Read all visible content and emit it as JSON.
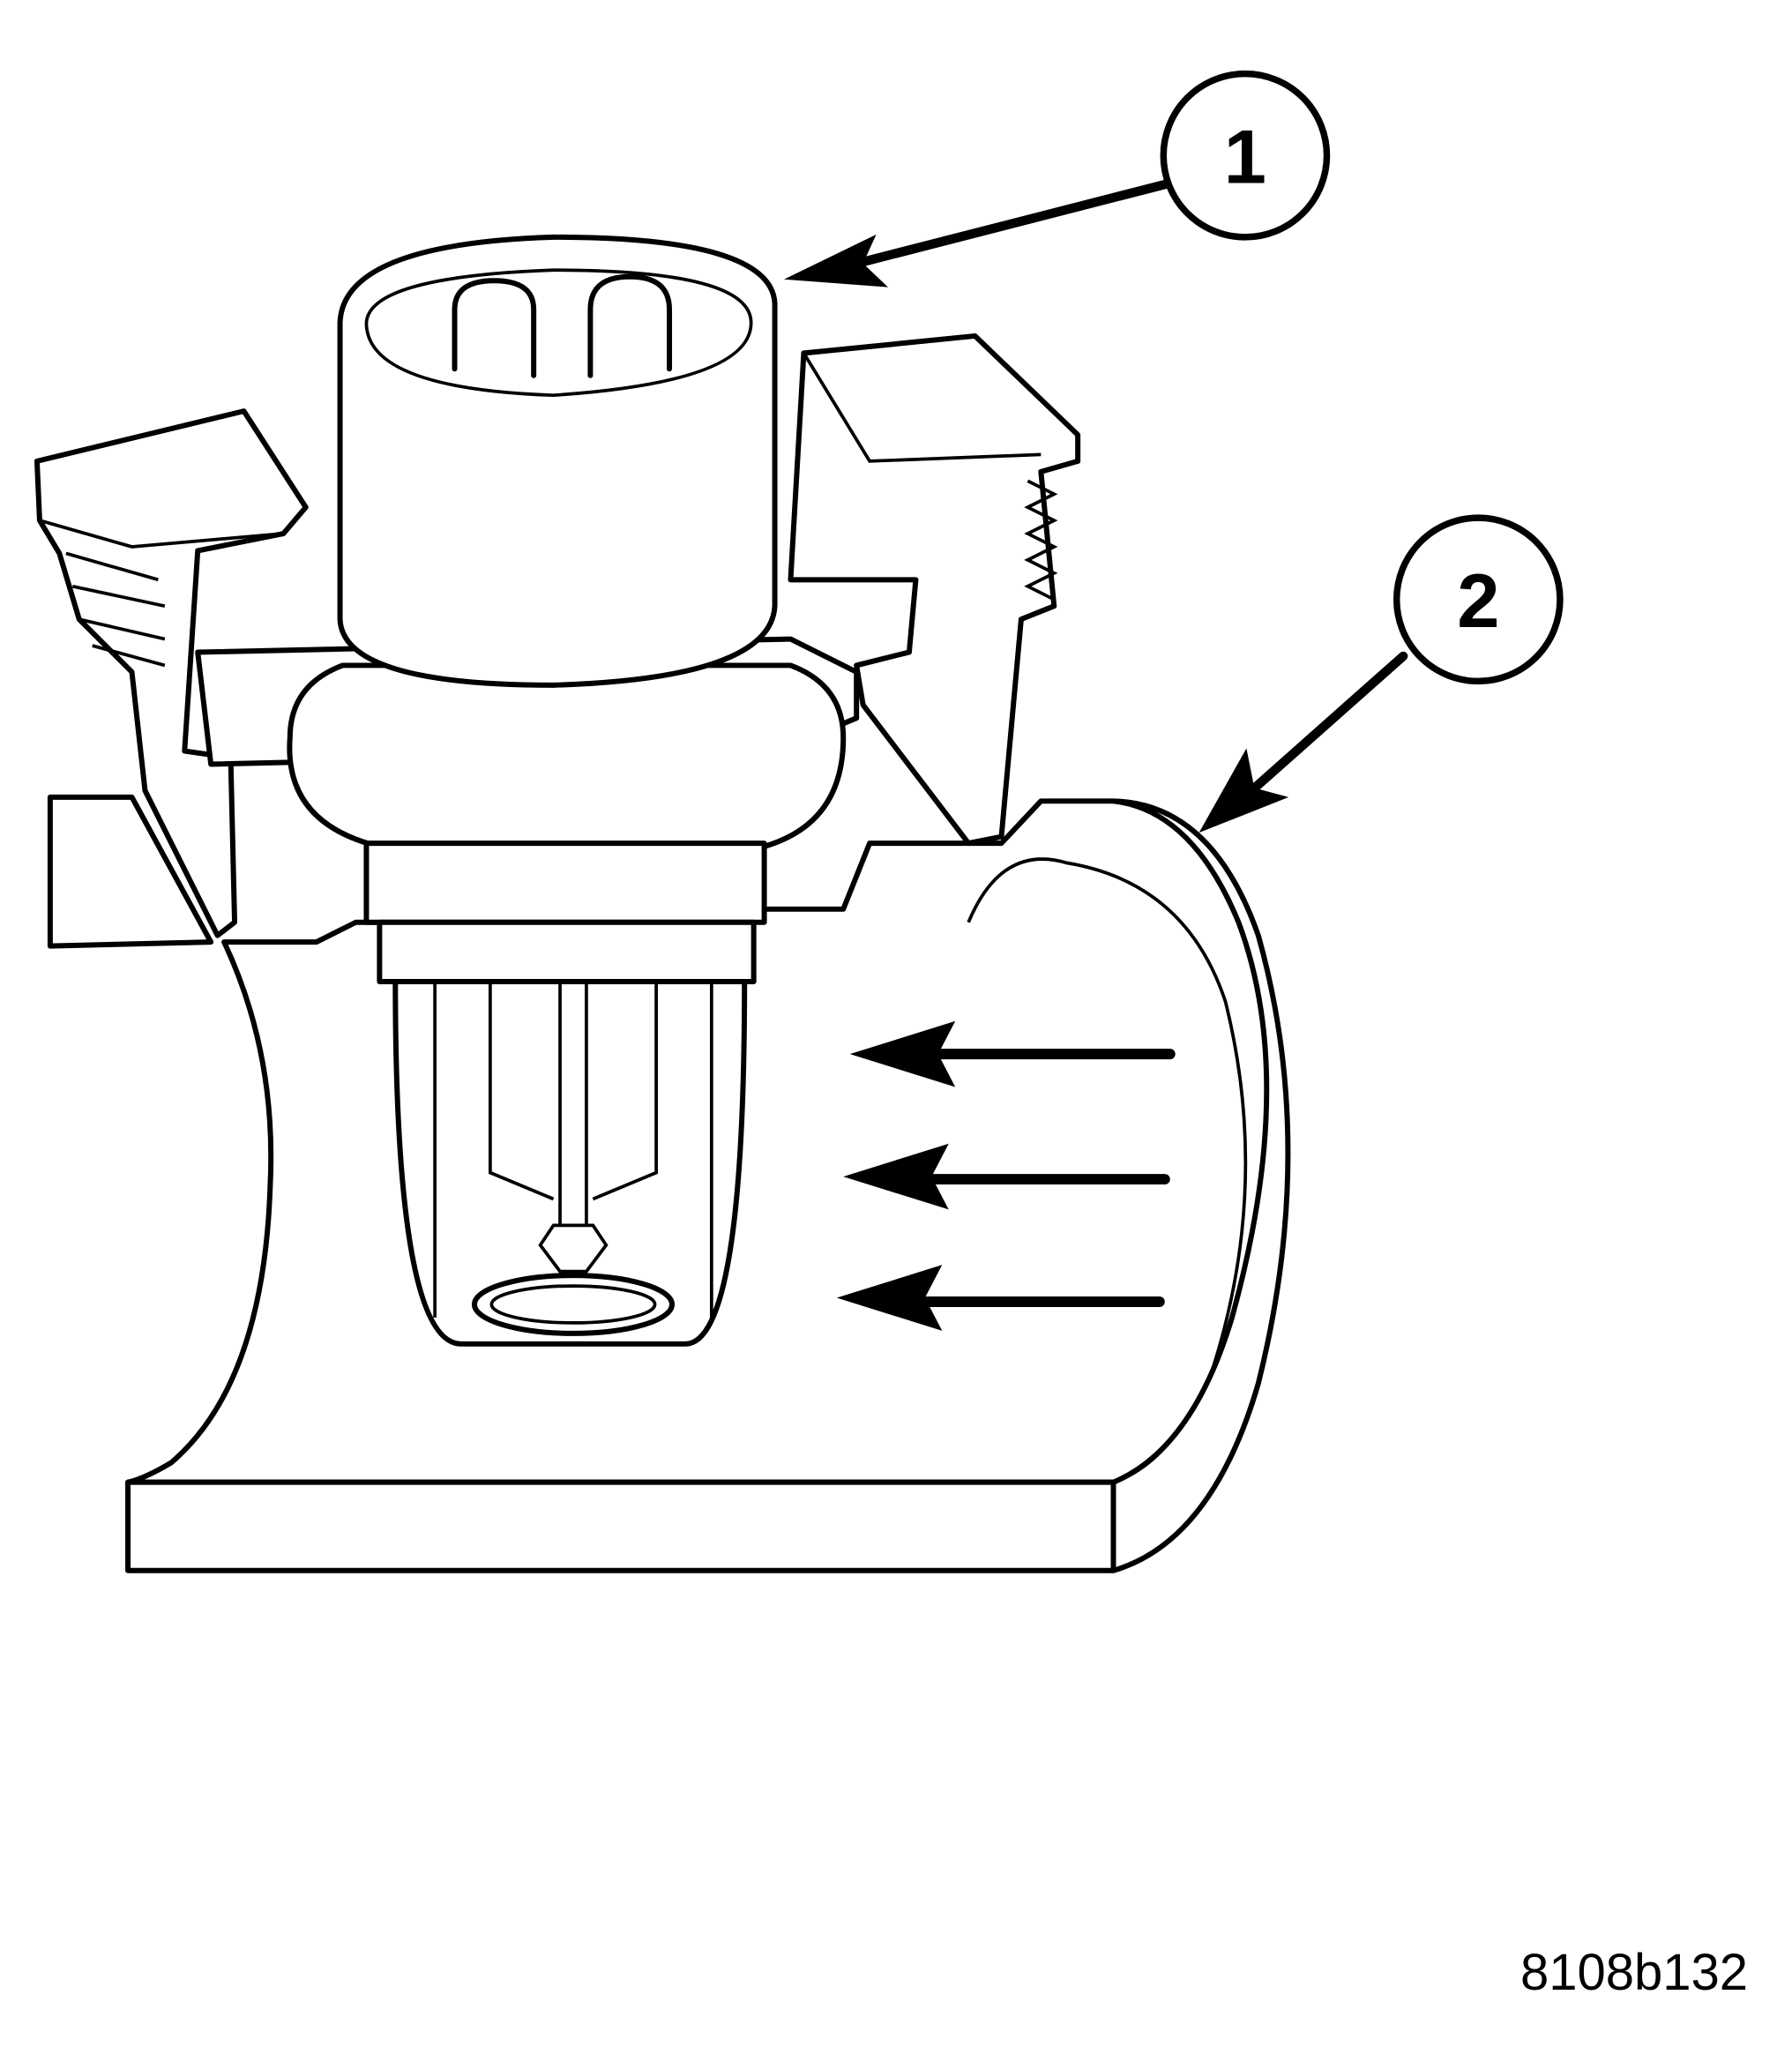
{
  "callouts": [
    {
      "number": "1"
    },
    {
      "number": "2"
    }
  ],
  "figure_id": "8108b132",
  "colors": {
    "line": "#000000",
    "background": "#ffffff"
  }
}
